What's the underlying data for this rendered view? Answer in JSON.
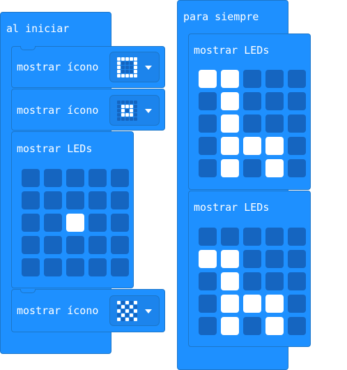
{
  "blocks": {
    "on_start": {
      "hat_label": "al iniciar",
      "show_icon_1": {
        "label": "mostrar ícono",
        "icon": "small-square-icon"
      },
      "show_icon_2": {
        "label": "mostrar ícono",
        "icon": "small-diamond-icon"
      },
      "show_leds": {
        "label": "mostrar LEDs",
        "leds": [
          0,
          0,
          0,
          0,
          0,
          0,
          0,
          0,
          0,
          0,
          0,
          0,
          1,
          0,
          0,
          0,
          0,
          0,
          0,
          0,
          0,
          0,
          0,
          0,
          0
        ]
      },
      "show_icon_3": {
        "label": "mostrar ícono",
        "icon": "chessboard-icon"
      }
    },
    "forever": {
      "hat_label": "para siempre",
      "show_leds_1": {
        "label": "mostrar LEDs",
        "leds": [
          1,
          1,
          0,
          0,
          0,
          0,
          1,
          0,
          0,
          0,
          0,
          1,
          0,
          0,
          0,
          0,
          1,
          1,
          1,
          0,
          0,
          1,
          0,
          1,
          0
        ]
      },
      "show_leds_2": {
        "label": "mostrar LEDs",
        "leds": [
          0,
          0,
          0,
          0,
          0,
          1,
          1,
          0,
          0,
          0,
          0,
          1,
          0,
          0,
          0,
          0,
          1,
          1,
          1,
          0,
          0,
          1,
          0,
          1,
          0
        ]
      }
    }
  },
  "colors": {
    "block": "#1e90ff",
    "border": "#1c76c9",
    "led_off": "#1565c0",
    "led_on": "#ffffff"
  }
}
